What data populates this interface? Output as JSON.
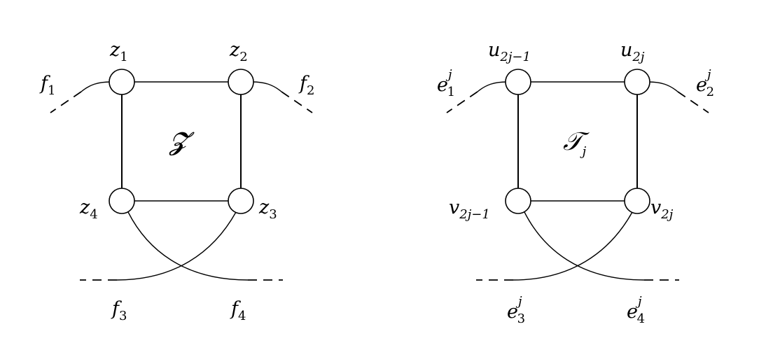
{
  "gadget_z": {
    "name": "𝓩",
    "nodes": {
      "top_left": {
        "base": "z",
        "sub": "1"
      },
      "top_right": {
        "base": "z",
        "sub": "2"
      },
      "bottom_right": {
        "base": "z",
        "sub": "3"
      },
      "bottom_left": {
        "base": "z",
        "sub": "4"
      }
    },
    "edges_out": {
      "top_left": {
        "base": "f",
        "sub": "1"
      },
      "top_right": {
        "base": "f",
        "sub": "2"
      },
      "bottom_left": {
        "base": "f",
        "sub": "3"
      },
      "bottom_right": {
        "base": "f",
        "sub": "4"
      }
    }
  },
  "gadget_t": {
    "name_base": "𝒯",
    "name_sub": "j",
    "nodes": {
      "top_left": {
        "base": "u",
        "sub": "2j−1"
      },
      "top_right": {
        "base": "u",
        "sub": "2j"
      },
      "bottom_left": {
        "base": "v",
        "sub": "2j−1"
      },
      "bottom_right": {
        "base": "v",
        "sub": "2j"
      }
    },
    "edges_out": {
      "top_left": {
        "base": "e",
        "sup": "j",
        "sub": "1"
      },
      "top_right": {
        "base": "e",
        "sup": "j",
        "sub": "2"
      },
      "bottom_left": {
        "base": "e",
        "sup": "j",
        "sub": "3"
      },
      "bottom_right": {
        "base": "e",
        "sup": "j",
        "sub": "4"
      }
    }
  }
}
